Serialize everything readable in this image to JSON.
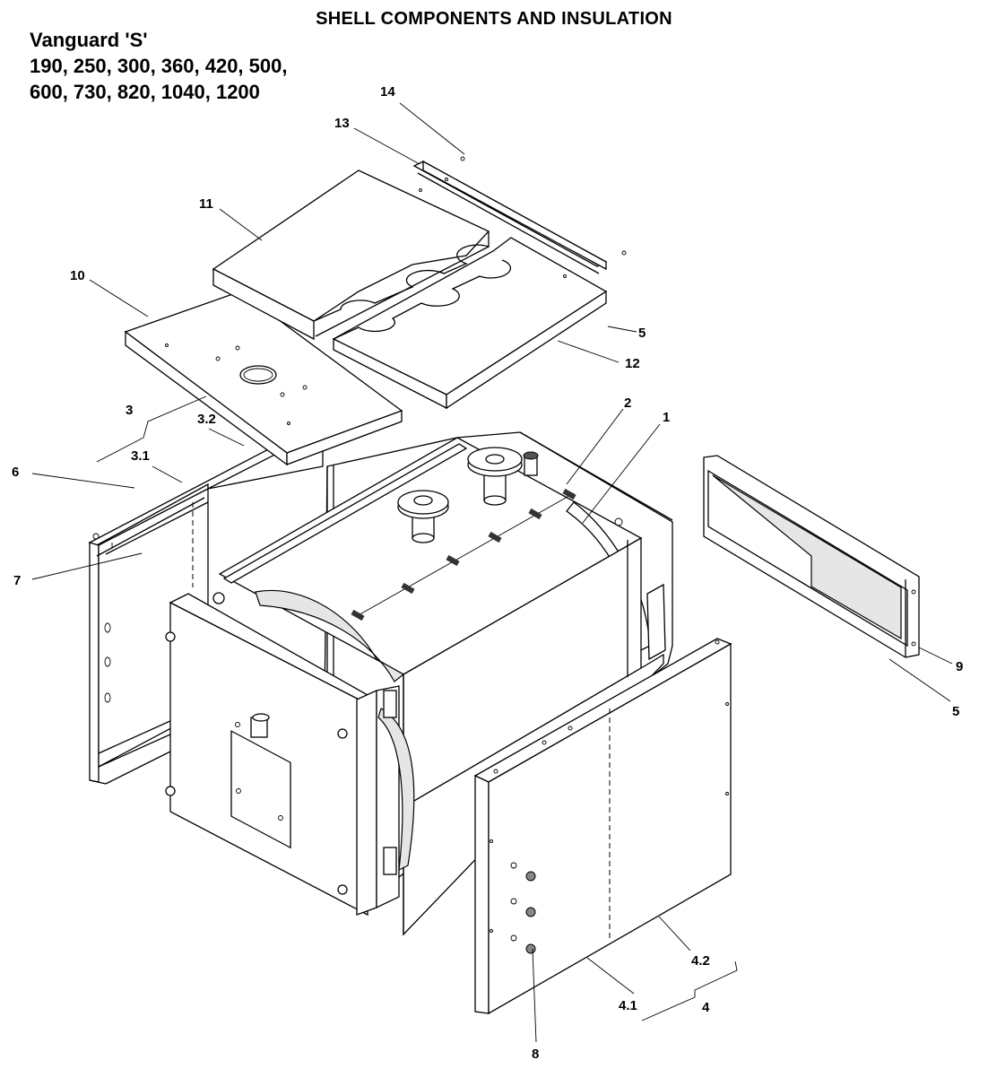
{
  "title": "SHELL COMPONENTS AND INSULATION",
  "model": {
    "name": "Vanguard 'S'",
    "sizes_line1": "190, 250, 300, 360, 420, 500,",
    "sizes_line2": "600, 730, 820, 1040, 1200"
  },
  "callouts": {
    "c1": "1",
    "c2": "2",
    "c3": "3",
    "c3_1": "3.1",
    "c3_2": "3.2",
    "c4": "4",
    "c4_1": "4.1",
    "c4_2": "4.2",
    "c5a": "5",
    "c5b": "5",
    "c6": "6",
    "c7": "7",
    "c8": "8",
    "c9": "9",
    "c10": "10",
    "c11": "11",
    "c12": "12",
    "c13": "13",
    "c14": "14"
  }
}
